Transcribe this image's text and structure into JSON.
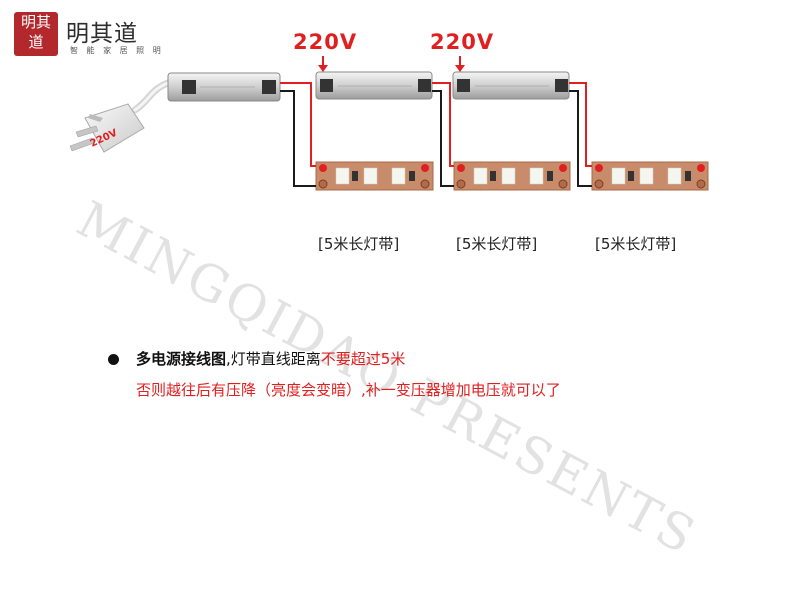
{
  "logo": {
    "seal_text": [
      "明其",
      "道"
    ],
    "brand_name": "明其道",
    "tagline": "智 能 家 居 照 明"
  },
  "diagram": {
    "supplies": [
      {
        "voltage_label": ""
      },
      {
        "voltage_label": "220V"
      },
      {
        "voltage_label": "220V"
      }
    ],
    "plug_label": "220V",
    "strips": [
      {
        "label": "[5米长灯带]"
      },
      {
        "label": "[5米长灯带]"
      },
      {
        "label": "[5米长灯带]"
      }
    ],
    "colors": {
      "positive_wire": "#e02020",
      "negative_wire": "#1a1a1a",
      "strip_base": "#c98c6a"
    }
  },
  "watermark": "MINGQIDAO PRESENTS",
  "note": {
    "line1_bold": "多电源接线图",
    "line1_normal": ",灯带直线距离",
    "line1_red": "不要超过5米",
    "line2": "否则越往后有压降（亮度会变暗）,补一变压器增加电压就可以了"
  }
}
